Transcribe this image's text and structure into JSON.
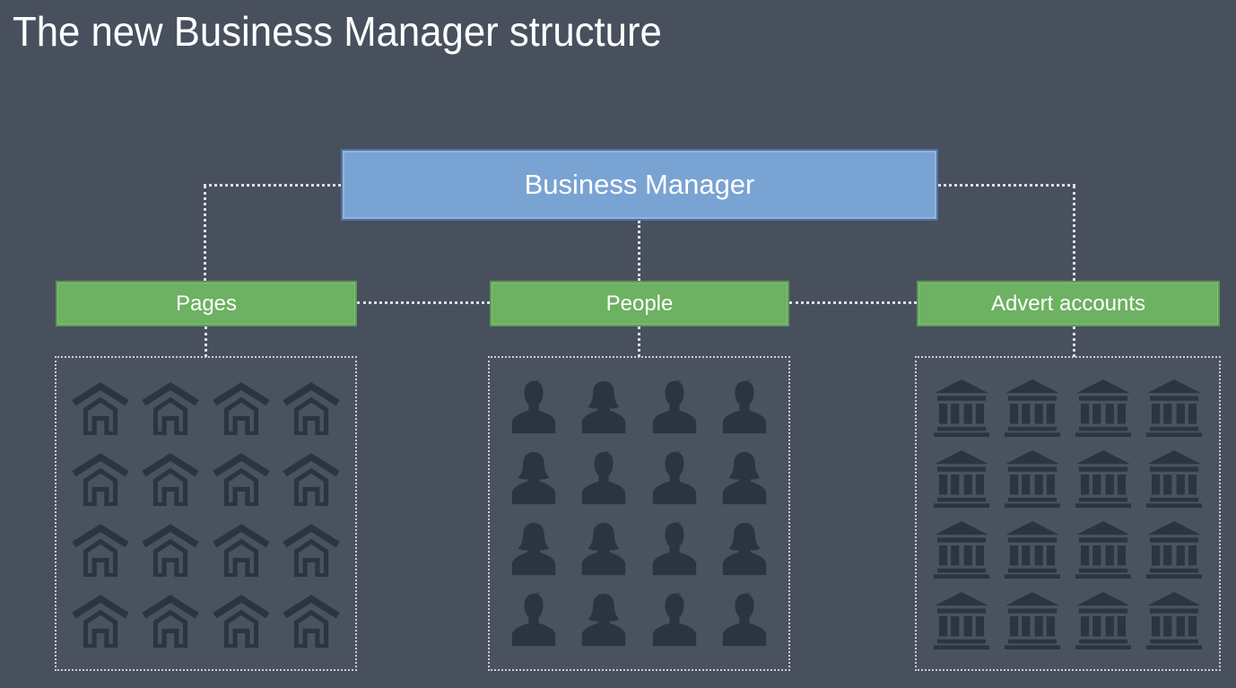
{
  "title": "The new Business Manager structure",
  "root_node": {
    "label": "Business Manager"
  },
  "branches": [
    {
      "id": "pages",
      "label": "Pages",
      "icon": "house-icon",
      "icon_class": "house",
      "count": 16
    },
    {
      "id": "people",
      "label": "People",
      "icon": "person-icon",
      "icon_class": "person",
      "count": 16,
      "pattern": [
        "male",
        "female",
        "male",
        "male",
        "female",
        "male",
        "male",
        "female",
        "female",
        "female",
        "male",
        "female",
        "male",
        "female",
        "male",
        "male"
      ]
    },
    {
      "id": "adverts",
      "label": "Advert accounts",
      "icon": "bank-icon",
      "icon_class": "bank",
      "count": 16
    }
  ],
  "colors": {
    "background": "#48505e",
    "root_box_fill": "#79a3d3",
    "root_box_border": "#53719f",
    "branch_box_fill": "#6db162",
    "branch_box_border": "#5a9b50",
    "icon": "#2c3441",
    "connector_dots": "#dbe0e6",
    "container_border": "#c9ced6",
    "text": "#ffffff"
  }
}
